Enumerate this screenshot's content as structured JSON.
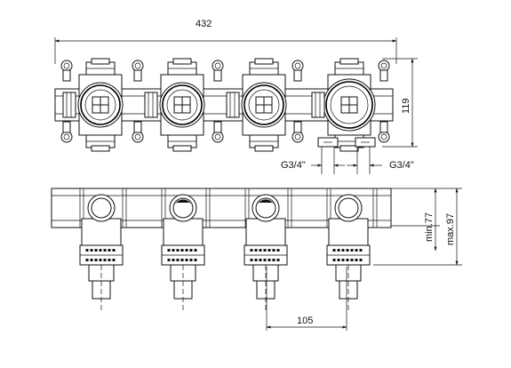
{
  "dimensions": {
    "overall_width": "432",
    "height_top": "119",
    "thread_left": "G3/4\"",
    "thread_right": "G3/4\"",
    "min_depth": "min.77",
    "max_depth": "max.97",
    "spacing": "105"
  }
}
